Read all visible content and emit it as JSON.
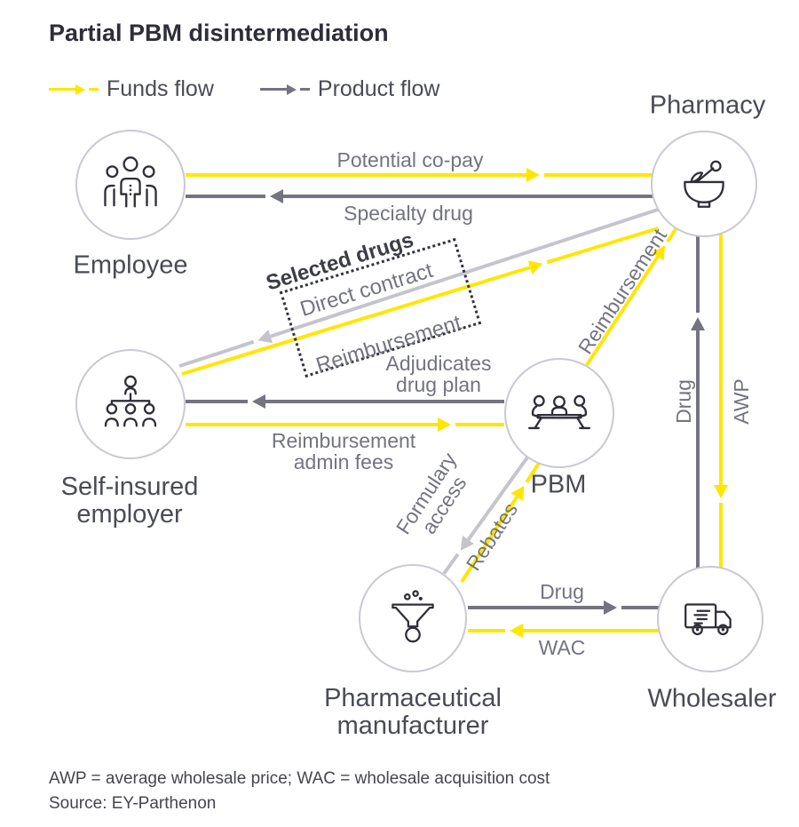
{
  "title": "Partial PBM disintermediation",
  "legend": {
    "funds": {
      "label": "Funds flow",
      "color": "#FFE600"
    },
    "product": {
      "label": "Product flow",
      "color": "#747480"
    }
  },
  "nodes": {
    "employee": {
      "label": "Employee",
      "icon": "people-group-icon"
    },
    "pharmacy": {
      "label": "Pharmacy",
      "icon": "mortar-pestle-icon"
    },
    "self_insured_employer": {
      "label_line1": "Self-insured",
      "label_line2": "employer",
      "icon": "org-chart-icon"
    },
    "pbm": {
      "label": "PBM",
      "icon": "meeting-table-icon"
    },
    "pharma_manufacturer": {
      "label_line1": "Pharmaceutical",
      "label_line2": "manufacturer",
      "icon": "funnel-icon"
    },
    "wholesaler": {
      "label": "Wholesaler",
      "icon": "delivery-truck-icon"
    }
  },
  "edges": {
    "potential_copay": {
      "label": "Potential co-pay",
      "from": "Employee",
      "to": "Pharmacy",
      "flow": "funds"
    },
    "specialty_drug": {
      "label": "Specialty drug",
      "from": "Pharmacy",
      "to": "Employee",
      "flow": "product"
    },
    "selected_drugs_note": {
      "label": "Selected drugs"
    },
    "direct_contract": {
      "label": "Direct contract",
      "from": "Pharmacy",
      "to": "Self-insured employer",
      "flow": "contract"
    },
    "reimbursement_direct": {
      "label": "Reimbursement",
      "from": "Self-insured employer",
      "to": "Pharmacy",
      "flow": "funds"
    },
    "reimbursement_pbm": {
      "label": "Reimbursement",
      "from": "PBM",
      "to": "Pharmacy",
      "flow": "funds"
    },
    "adjudicates": {
      "label_line1": "Adjudicates",
      "label_line2": "drug plan",
      "from": "PBM",
      "to": "Self-insured employer",
      "flow": "product"
    },
    "admin_fees": {
      "label_line1": "Reimbursement",
      "label_line2": "admin fees",
      "from": "Self-insured employer",
      "to": "PBM",
      "flow": "funds"
    },
    "drug_to_pharmacy": {
      "label": "Drug",
      "from": "Wholesaler",
      "to": "Pharmacy",
      "flow": "product"
    },
    "awp": {
      "label": "AWP",
      "from": "Pharmacy",
      "to": "Wholesaler",
      "flow": "funds"
    },
    "formulary_access": {
      "label_line1": "Formulary",
      "label_line2": "access",
      "from": "PBM",
      "to": "Pharmaceutical manufacturer",
      "flow": "contract"
    },
    "rebates": {
      "label": "Rebates",
      "from": "Pharmaceutical manufacturer",
      "to": "PBM",
      "flow": "funds"
    },
    "drug_to_wholesaler": {
      "label": "Drug",
      "from": "Pharmaceutical manufacturer",
      "to": "Wholesaler",
      "flow": "product"
    },
    "wac": {
      "label": "WAC",
      "from": "Wholesaler",
      "to": "Pharmaceutical manufacturer",
      "flow": "funds"
    }
  },
  "footnotes": {
    "abbreviations": "AWP = average wholesale price; WAC = wholesale acquisition cost",
    "source": "Source: EY-Parthenon"
  },
  "colors": {
    "funds_flow": "#FFE600",
    "product_flow": "#747480",
    "contract_flow": "#C4C4CD",
    "node_border": "#C9C9D2",
    "icon_stroke": "#2E2E38",
    "text_dark": "#2E2E38",
    "text_gray": "#73747F"
  }
}
